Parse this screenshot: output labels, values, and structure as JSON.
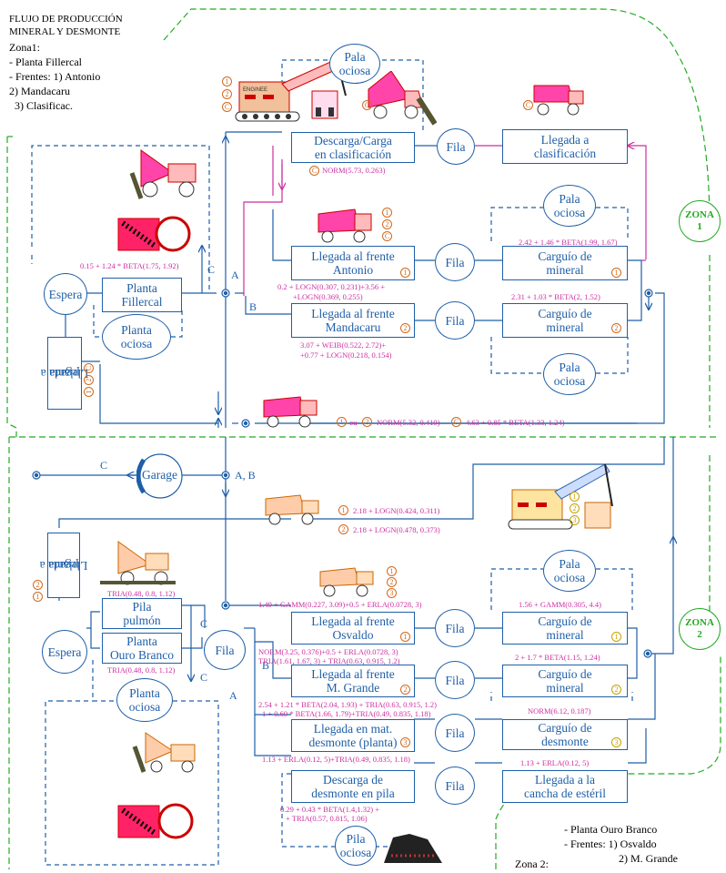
{
  "title": {
    "line1": "FLUJO DE PRODUCCIÓN",
    "line2": "MINERAL Y DESMONTE",
    "zone_line": "Zona1:",
    "items": [
      "- Planta Fillercal",
      "- Frentes: 1) Antonio",
      "2) Mandacaru",
      "3) Clasificac."
    ]
  },
  "zone1": {
    "badge": [
      "ZONA",
      "1"
    ],
    "boxes": {
      "descarga_clasif": [
        "Descarga/Carga",
        "en clasificación"
      ],
      "llegada_clasif": [
        "Llegada a",
        "clasificación"
      ],
      "llegada_antonio": [
        "Llegada al frente",
        "Antonio"
      ],
      "llegada_mandacaru": [
        "Llegada al frente",
        "Mandacaru"
      ],
      "carguio1": [
        "Carguío de",
        "mineral"
      ],
      "carguio2": [
        "Carguío de",
        "mineral"
      ],
      "planta_fillercal": [
        "Planta",
        "Fillercal"
      ],
      "llegada_planta": [
        "Llegada a",
        "planta"
      ]
    },
    "circles": {
      "pala_top": [
        "Pala",
        "ociosa"
      ],
      "fila_top": [
        "Fila"
      ],
      "pala_r1": [
        "Pala",
        "ociosa"
      ],
      "fila_antonio": [
        "Fila"
      ],
      "fila_mandacaru": [
        "Fila"
      ],
      "pala_r2": [
        "Pala",
        "ociosa"
      ],
      "espera": [
        "Espera"
      ],
      "planta_ociosa": [
        "Planta",
        "ociosa"
      ]
    },
    "formulas": {
      "norm_clasif": "NORM(5.73, 0.263)",
      "beta_planta": "0.15 + 1.24 * BETA(1.75, 1.92)",
      "beta_carguio1": "2.42 + 1.46 * BETA(1.99, 1.67)",
      "logn_antonio1": "0.2 + LOGN(0.307, 0.231)+3.56 +",
      "logn_antonio2": "+LOGN(0.369, 0.255)",
      "beta_carguio2": "2.31 + 1.03 * BETA(2, 1.52)",
      "weib1": "3.07 + WEIB(0.522, 2.72)+",
      "weib2": "+0.77 + LOGN(0.218, 0.154)",
      "norm_return": "NORM(5.32, 0.419)",
      "beta_return": "4.63 + 0.85 * BETA(1.33, 1.24)",
      "ou": "ou"
    },
    "letters": {
      "A": "A",
      "B": "B",
      "C": "C"
    }
  },
  "zone2": {
    "badge": [
      "ZONA",
      "2"
    ],
    "garage": "Garage",
    "ab_label": "A, B",
    "c_label": "C",
    "boxes": {
      "pila_pulmon": [
        "Pila",
        "pulmón"
      ],
      "planta_ob": [
        "Planta",
        "Ouro Branco"
      ],
      "llegada_osvaldo": [
        "Llegada al frente",
        "Osvaldo"
      ],
      "llegada_mgrande": [
        "Llegada al frente",
        "M. Grande"
      ],
      "llegada_desmonte": [
        "Llegada en mat.",
        "desmonte (planta)"
      ],
      "descarga_pila": [
        "Descarga de",
        "desmonte en pila"
      ],
      "carguio_o": [
        "Carguío de",
        "mineral"
      ],
      "carguio_m": [
        "Carguío de",
        "mineral"
      ],
      "carguio_d": [
        "Carguío de",
        "desmonte"
      ],
      "llegada_cancha": [
        "Llegada a la",
        "cancha de estéril"
      ],
      "llegada_planta": [
        "Llegada a",
        "planta"
      ]
    },
    "circles": {
      "espera": [
        "Espera"
      ],
      "fila_main": [
        "Fila"
      ],
      "planta_ociosa": [
        "Planta",
        "ociosa"
      ],
      "fila_o": [
        "Fila"
      ],
      "fila_m": [
        "Fila"
      ],
      "fila_d": [
        "Fila"
      ],
      "fila_c": [
        "Fila"
      ],
      "pala_top": [
        "Pala",
        "ociosa"
      ],
      "pila_ociosa": [
        "Pila",
        "ociosa"
      ]
    },
    "formulas": {
      "logn1": "2.18 + LOGN(0.424, 0.311)",
      "logn2": "2.18 + LOGN(0.478, 0.373)",
      "tria_a": "TRIA(0.48, 0.8, 1.12)",
      "tria_b": "TRIA(0.48, 0.8, 1.12)",
      "gamm": "1.49 + GAMM(0.227, 3.09)+0.5 + ERLA(0.0728, 3)",
      "gamm_carguio": "1.56 + GAMM(0.305, 4.4)",
      "norm_osv1": "NORM(3.25, 0.376)+0.5 + ERLA(0.0728, 3)",
      "norm_osv2": "TRIA(1.61, 1.67, 3) + TRIA(0.63, 0.915, 1.2)",
      "beta_mg": "2 + 1.7 * BETA(1.15, 1.24)",
      "beta_mg1": "2.54 + 1.21 * BETA(2.04, 1.93) + TRIA(0.63, 0.915, 1.2)",
      "beta_mg2": "1 + 0.69 * BETA(1.66, 1.79)+TRIA(0.49, 0.835, 1.18)",
      "norm_desm": "NORM(6.12, 0.187)",
      "erla_desm": "1.13 + ERLA(0.12, 5)+TRIA(0.49, 0.835, 1.18)",
      "erla_cancha": "1.13 + ERLA(0.12, 5)",
      "beta_pila1": "0.29 + 0.43 * BETA(1.4,1.32) +",
      "beta_pila2": "+ TRIA(0.57, 0.815, 1.06)"
    },
    "letters": {
      "A": "A",
      "B": "B",
      "C1": "C",
      "C2": "C"
    },
    "legend": {
      "items": [
        "- Planta Ouro Branco",
        "- Frentes: 1) Osvaldo",
        "2) M. Grande"
      ],
      "zone_line": "Zona 2:"
    }
  },
  "colors": {
    "blue": "#1f5fa8",
    "pink": "#cc2fa0",
    "green": "#22aa22",
    "orange": "#d2691e",
    "yellow": "#c8a000"
  }
}
